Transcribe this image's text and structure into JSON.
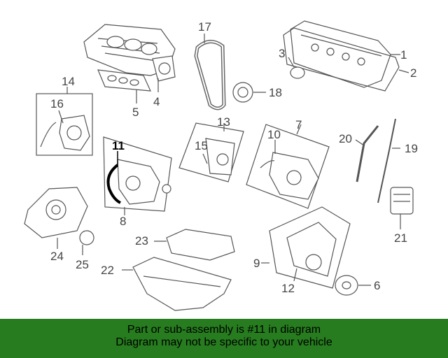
{
  "diagram": {
    "highlighted_callout": "11",
    "callouts": {
      "c1": "1",
      "c2": "2",
      "c3": "3",
      "c4": "4",
      "c5": "5",
      "c6": "6",
      "c7": "7",
      "c8": "8",
      "c9": "9",
      "c10": "10",
      "c11": "11",
      "c12": "12",
      "c13": "13",
      "c14": "14",
      "c15": "15",
      "c16": "16",
      "c17": "17",
      "c18": "18",
      "c19": "19",
      "c20": "20",
      "c21": "21",
      "c22": "22",
      "c23": "23",
      "c24": "24",
      "c25": "25"
    }
  },
  "banner": {
    "line1": "Part or sub-assembly is #11 in diagram",
    "line2": "Diagram may not be specific to your vehicle",
    "background": "#267c1e"
  }
}
